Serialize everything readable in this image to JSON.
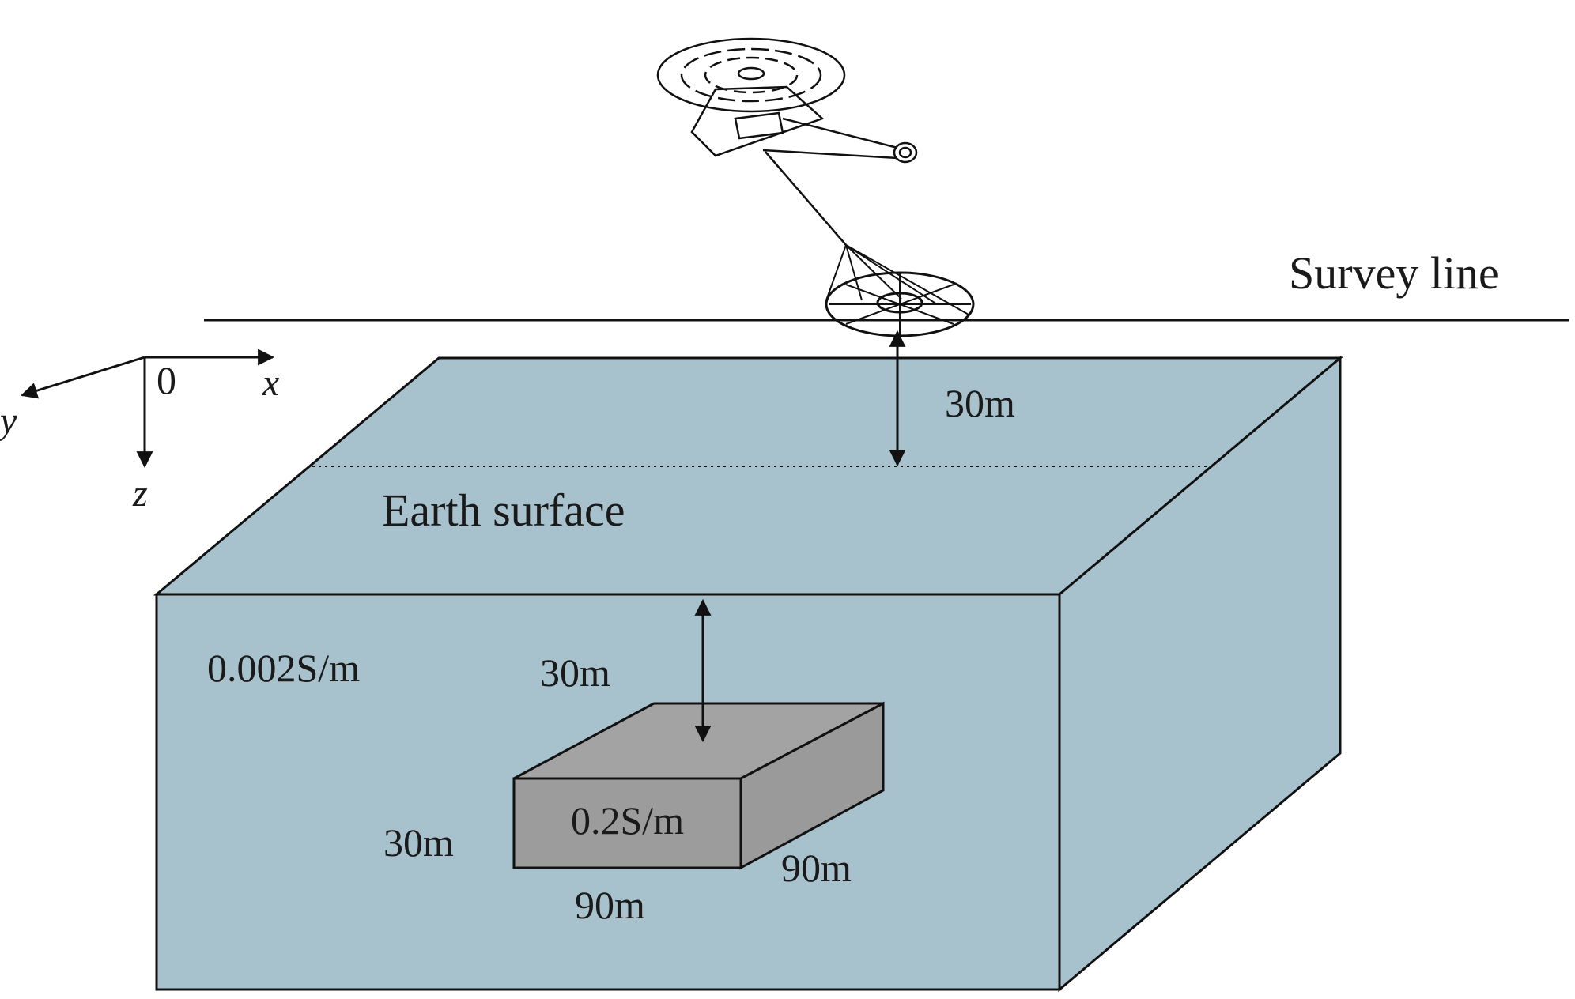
{
  "labels": {
    "survey_line": "Survey line",
    "earth_surface": "Earth surface",
    "flight_height": "30m",
    "burial_depth": "30m",
    "background_conductivity": "0.002S/m",
    "anomaly_conductivity": "0.2S/m",
    "anomaly_height": "30m",
    "anomaly_length": "90m",
    "anomaly_width": "90m"
  },
  "axes": {
    "origin": "0",
    "x": "x",
    "y": "y",
    "z": "z"
  },
  "colors": {
    "half_space": "#a7c2cd",
    "anomaly_front": "#9c9c9c",
    "anomaly_top": "#a3a3a3",
    "anomaly_side": "#9a9a9a",
    "line": "#111111"
  },
  "icons": {
    "aircraft": "helicopter-icon",
    "sensor": "towed-bird-loop-icon"
  }
}
